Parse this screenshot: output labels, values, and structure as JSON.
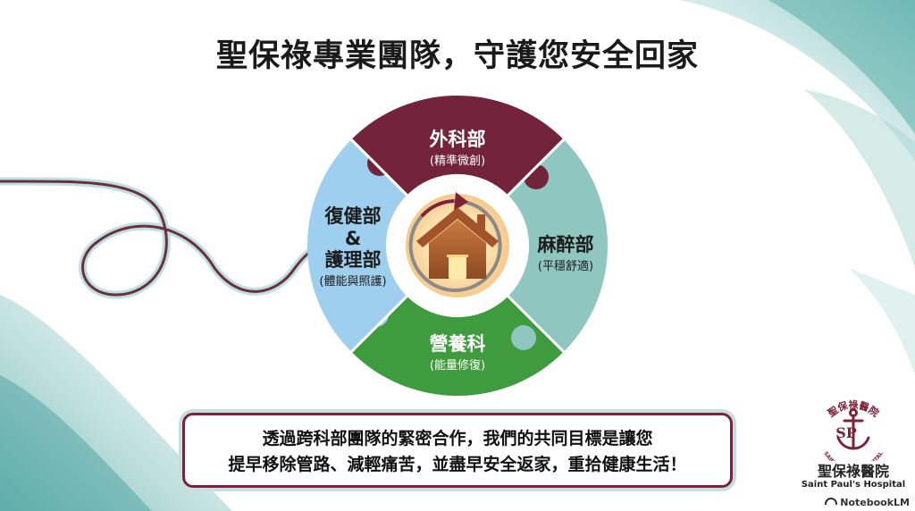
{
  "title": "聖保祿專業團隊，守護您安全回家",
  "segments": {
    "surgery": {
      "name": "外科部",
      "sub": "(精準微創)",
      "color": "#74243a"
    },
    "anesthesia": {
      "name": "麻醉部",
      "sub": "(平穩舒適)",
      "color": "#8fc7c0"
    },
    "nutrition": {
      "name": "營養科",
      "sub": "(能量修復)",
      "color": "#3e9b3e"
    },
    "rehab": {
      "name1": "復健部",
      "amp": "&",
      "name2": "護理部",
      "sub": "(體能與照護)",
      "color": "#9fcfee"
    }
  },
  "message": {
    "line1": "透過跨科部團隊的緊密合作，我們的共同目標是讓您",
    "line2": "提早移除管路、減輕痛苦，並盡早安全返家，重拾健康生活！"
  },
  "logo": {
    "zh": "聖保祿醫院",
    "en": "Saint Paul's Hospital",
    "ring_text": "聖保祿醫院",
    "ring_text_en": "SAINT PAUL'S HOSPITAL",
    "monogram": "SP"
  },
  "watermark": "NotebookLM",
  "icons": {
    "center": "house-icon",
    "arrow": "circular-arrow-icon",
    "anchor": "anchor-icon"
  }
}
